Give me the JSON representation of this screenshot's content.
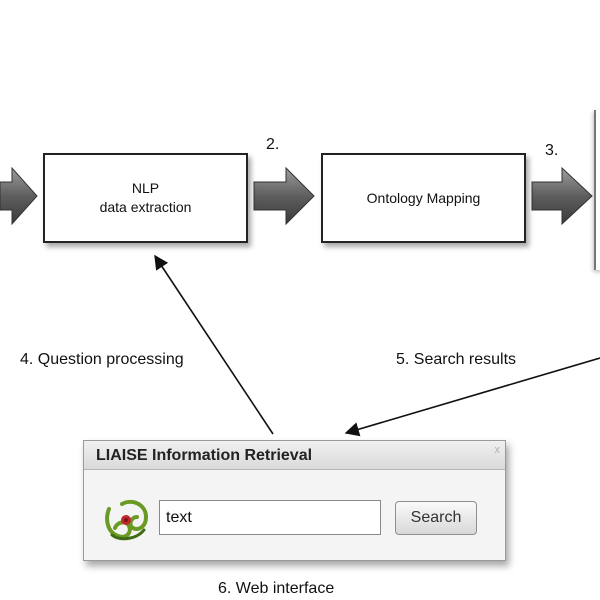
{
  "pipeline": {
    "nlp_box": {
      "line1": "NLP",
      "line2": "data extraction"
    },
    "ontology_box": {
      "label": "Ontology Mapping"
    },
    "step_2": "2.",
    "step_3": "3."
  },
  "flows": {
    "question_processing": "4. Question processing",
    "search_results": "5. Search results",
    "web_interface": "6. Web interface"
  },
  "web_ui": {
    "title": "LIAISE Information Retrieval",
    "close_glyph": "x",
    "search_value": "text",
    "search_button": "Search"
  },
  "icons": {
    "block_arrow": "block-arrow-right-icon",
    "logo": "liaise-logo-icon",
    "close": "close-icon"
  }
}
